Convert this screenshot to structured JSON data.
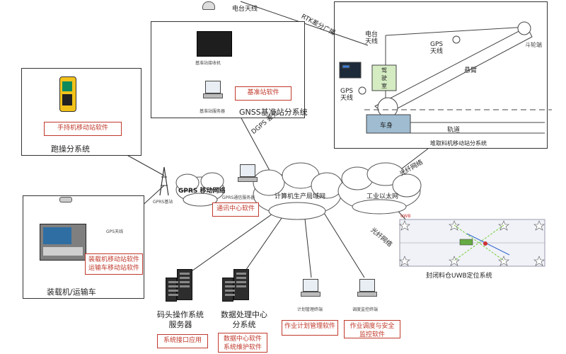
{
  "gnss": {
    "antenna": "电台天线",
    "receiver": "基准站接收机",
    "server": "基准站服务器",
    "software": "基准站软件",
    "title": "GNSS基准站分系统"
  },
  "rtk": {
    "label": "RTK差分广播"
  },
  "stacker": {
    "radio_antenna": "电台\n天线",
    "gps_antenna_top": "GPS\n天线",
    "gps_antenna_left": "GPS\n天线",
    "cab": "驾\n驶\n室",
    "wheel_end": "斗轮端",
    "boom": "悬臂",
    "body": "车身",
    "track": "轨道",
    "title": "堆取料机移动站分系统"
  },
  "handheld": {
    "software": "手持机移动站软件",
    "title": "跑操分系统"
  },
  "loader": {
    "gps_antenna": "GPS天线",
    "software": "装载机移动站软件\n运输车移动站软件",
    "title": "装载机/运输车"
  },
  "network": {
    "gprs_base": "GPRS基站",
    "gprs_cloud": "GPRS 移动网络",
    "lan_cloud": "计算机生产局域网",
    "eth_cloud": "工业以太网",
    "gprs_server": "GPRS通信服务器",
    "comm_software": "通讯中心软件",
    "dgps": "DGPS 差分",
    "fiber1": "光纤网络",
    "fiber2": "光纤网络"
  },
  "dock": {
    "title": "码头操作系统\n服务器",
    "software": "系统接口应用"
  },
  "dataCenter": {
    "title": "数据处理中心\n分系统",
    "software": "数据中心软件\n系统维护软件"
  },
  "planning": {
    "terminal": "计划管理终端",
    "software": "作业计划管理软件"
  },
  "dispatch": {
    "terminal": "调度监控终端",
    "software": "作业调度与安全\n监控软件"
  },
  "uwb": {
    "header": "UWB",
    "title": "封闭料仓UWB定位系统"
  }
}
